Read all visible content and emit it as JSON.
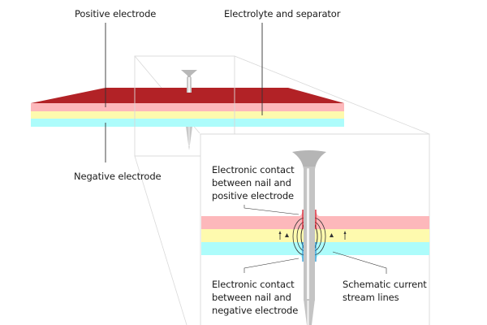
{
  "title": "Nail penetration in a battery cell",
  "labels": {
    "positive_electrode": "Positive electrode",
    "electrolyte_separator": "Electrolyte and separator",
    "negative_electrode": "Negative electrode",
    "contact_positive": "Electronic contact\nbetween nail and\npositive electrode",
    "contact_negative": "Electronic contact\nbetween nail and\nnegative electrode",
    "current_lines": "Schematic current\nstream lines"
  },
  "layers": [
    {
      "name": "positive-electrode-top",
      "color": "#b22226"
    },
    {
      "name": "positive-electrode",
      "color": "#fdb8bb"
    },
    {
      "name": "electrolyte-separator",
      "color": "#fefaae"
    },
    {
      "name": "negative-electrode",
      "color": "#adfcfb"
    }
  ],
  "colors": {
    "nail": "#c0c0c0",
    "nail_highlight": "#f2f2f2",
    "contact_positive": "#d01c2a",
    "contact_negative": "#2d8fd0",
    "stream_lines": "#333333",
    "zoom_frame": "#d9d9d9",
    "leader_lines": "#333333"
  }
}
